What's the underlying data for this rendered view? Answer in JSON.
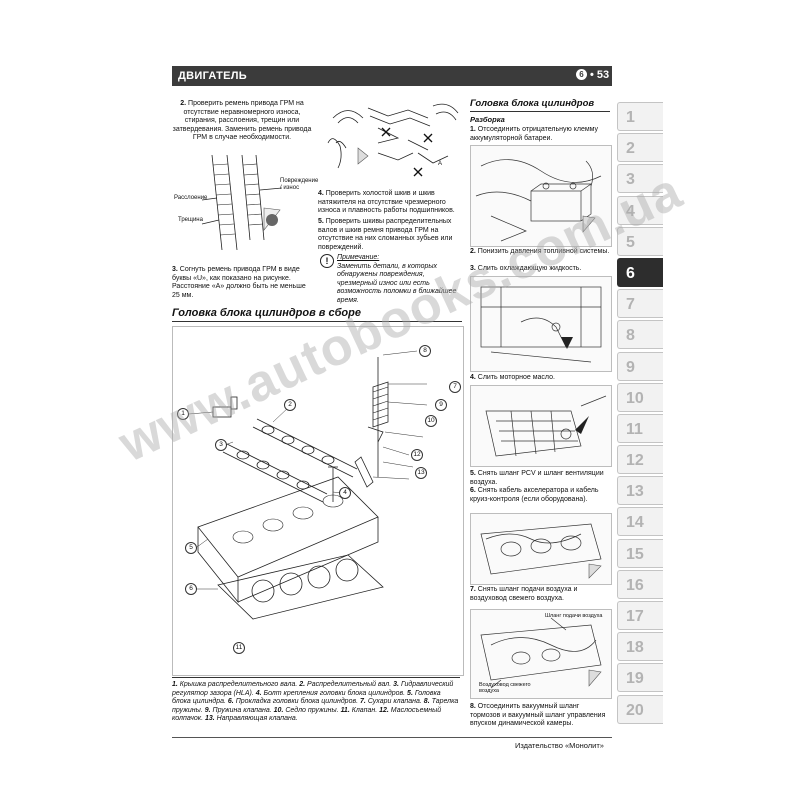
{
  "header": {
    "title": "ДВИГАТЕЛЬ",
    "chapter_badge": "6",
    "page_number": "53"
  },
  "left_col": {
    "step2": {
      "num": "2.",
      "text": "Проверить ремень привода ГРМ на отсутствие неравномерного износа, стирания, расслоения, трещин или затвердевания. Заменить ремень привода ГРМ в случае необходимости."
    },
    "fig_labels": {
      "peel": "Расслоение",
      "crack": "Трещина",
      "damage": "Повреждение / износ"
    },
    "step3": {
      "num": "3.",
      "text": "Согнуть ремень привода ГРМ в виде буквы «U», как показано на рисунке. Расстояние «А» должно быть не меньше 25 мм."
    }
  },
  "mid_col": {
    "fig_label_a": "А",
    "step4": {
      "num": "4.",
      "text": "Проверить холостой шкив и шкив натяжителя на отсутствие чрезмерного износа и плавность работы подшипников."
    },
    "step5": {
      "num": "5.",
      "text": "Проверить шкивы распределительных валов и шкив ремня привода ГРМ на отсутствие на них сломанных зубьев или повреждений."
    },
    "note_icon": "!",
    "note_title": "Примечание:",
    "note_text": "Заменить детали, в которых обнаружены повреждения, чрезмерный износ или есть возможность поломки в ближайшее время."
  },
  "assembly": {
    "title": "Головка блока цилиндров в сборе",
    "callouts": [
      "1",
      "2",
      "3",
      "4",
      "5",
      "6",
      "7",
      "8",
      "9",
      "10",
      "11",
      "12",
      "13"
    ],
    "caption": [
      {
        "n": "1.",
        "t": " Крышка распределительного вала. "
      },
      {
        "n": "2.",
        "t": " Распределительный вал. "
      },
      {
        "n": "3.",
        "t": " Гидравлический регулятор зазора (HLA). "
      },
      {
        "n": "4.",
        "t": " Болт крепления головки блока цилиндров. "
      },
      {
        "n": "5.",
        "t": " Головка блока цилиндра. "
      },
      {
        "n": "6.",
        "t": " Прокладка головки блока цилиндров. "
      },
      {
        "n": "7.",
        "t": " Сухари клапана. "
      },
      {
        "n": "8.",
        "t": " Тарелка пружины. "
      },
      {
        "n": "9.",
        "t": " Пружина клапана. "
      },
      {
        "n": "10.",
        "t": " Седло пружины. "
      },
      {
        "n": "11.",
        "t": " Клапан. "
      },
      {
        "n": "12.",
        "t": " Маслосъемный колпачок. "
      },
      {
        "n": "13.",
        "t": " Направляющая клапана."
      }
    ]
  },
  "right_col": {
    "title": "Головка блока цилиндров",
    "subtitle": "Разборка",
    "step1": {
      "num": "1.",
      "text": "Отсоединить отрицательную клемму аккумуляторной батареи."
    },
    "step2": {
      "num": "2.",
      "text": "Понизить давления топливной системы."
    },
    "step3": {
      "num": "3.",
      "text": "Слить охлаждающую жидкость."
    },
    "step4": {
      "num": "4.",
      "text": "Слить моторное масло."
    },
    "step5": {
      "num": "5.",
      "text": "Снять шланг PCV и шланг вентиляции воздуха."
    },
    "step6": {
      "num": "6.",
      "text": "Снять кабель акселератора и кабель круиз-контроля (если оборудована)."
    },
    "step7": {
      "num": "7.",
      "text": "Снять шланг подачи воздуха и воздуховод свежего воздуха."
    },
    "step8": {
      "num": "8.",
      "text": "Отсоединить вакуумный шланг тормозов и вакуумный шланг управления впуском динамической камеры."
    },
    "fig7_label_hose": "Шланг подачи воздуха",
    "fig7_label_duct": "Воздуховод свежего воздуха"
  },
  "tabs": [
    "1",
    "2",
    "3",
    "4",
    "5",
    "6",
    "7",
    "8",
    "9",
    "10",
    "11",
    "12",
    "13",
    "14",
    "15",
    "16",
    "17",
    "18",
    "19",
    "20"
  ],
  "active_tab": "6",
  "footer": "Издательство «Монолит»",
  "watermark": "www.autobooks.com.ua"
}
